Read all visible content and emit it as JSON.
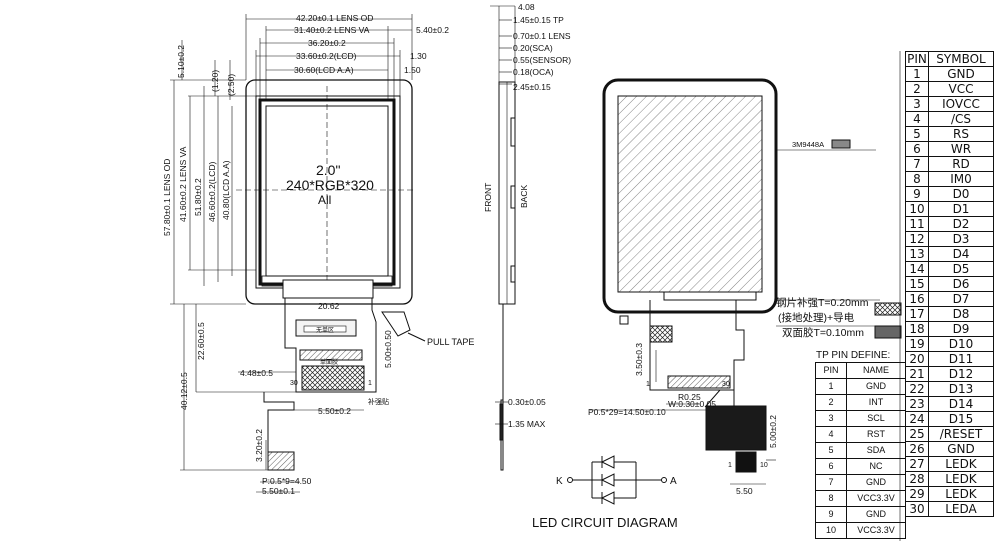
{
  "front_view": {
    "lens_od_w": "42.20±0.1 LENS OD",
    "lens_va_w": "31.40±0.2 LENS VA",
    "lens_va_offset": "5.40±0.2",
    "va_w": "36.20±0.2",
    "lcd_w": "33.60±0.2(LCD)",
    "lcd_offset": "1.30",
    "lcd_aa_w": "30.60(LCD A.A)",
    "aa_offset": "1.50",
    "top_offset": "5.10±0.2",
    "top_dim_120": "(1.20)",
    "top_dim_250": "(2.50)",
    "lens_od_h": "57.80±0.1 LENS OD",
    "lens_va_h": "41.60±0.2 LENS VA",
    "va_h": "51.80±0.2",
    "lcd_h": "46.60±0.2(LCD)",
    "aa_h": "40.80(LCD A.A)",
    "screen_size": "2.0\"",
    "resolution": "240*RGB*320",
    "viewing_dir": "All",
    "fpc_w": "20.62",
    "fpc_label": "无单区",
    "tape_label": "PULL TAPE",
    "dim_500": "5.00±0.50",
    "dim_448": "4.48±0.5",
    "dim_2260": "22.60±0.5",
    "dim_4012": "40.12±0.5",
    "dim_550": "5.50±0.2",
    "stiffener_label": "补强贴",
    "back_area_label": "单面胶",
    "pin_1": "1",
    "pin_30": "30",
    "dim_320": "3.20±0.2",
    "pitch": "P:0.5*9=4.50",
    "dim_550b": "5.50±0.1"
  },
  "side_view": {
    "t_408": "4.08",
    "t_tp": "1.45±0.15 TP",
    "t_lens": "0.70±0.1 LENS",
    "t_sca": "0.20(SCA)",
    "t_sensor": "0.55(SENSOR)",
    "t_oca": "0.18(OCA)",
    "t_245": "2.45±0.15",
    "front": "FRONT",
    "back": "BACK",
    "t_030": "0.30±0.05",
    "t_max": "1.35 MAX"
  },
  "back_view": {
    "part_no": "3M9448A",
    "note1_line1": "钢片补强T=0.20mm",
    "note1_line2": "(接地处理)+导电",
    "note2": "双面胶T=0.10mm",
    "dim_350": "3.50±0.3",
    "r025": "R0.25",
    "w030": "W:0.30±0.05",
    "pitch": "P0.5*29=14.50±0.10",
    "dim_500": "5.00±0.2",
    "dim_550": "5.50",
    "pin_1": "1",
    "pin_10": "10",
    "pin_30": "30"
  },
  "led": {
    "title": "LED CIRCUIT DIAGRAM",
    "k_label": "K",
    "a_label": "A"
  },
  "pin_table": {
    "header_pin": "PIN",
    "header_symbol": "SYMBOL",
    "rows": [
      {
        "pin": "1",
        "symbol": "GND"
      },
      {
        "pin": "2",
        "symbol": "VCC"
      },
      {
        "pin": "3",
        "symbol": "IOVCC"
      },
      {
        "pin": "4",
        "symbol": "/CS"
      },
      {
        "pin": "5",
        "symbol": "RS"
      },
      {
        "pin": "6",
        "symbol": "WR"
      },
      {
        "pin": "7",
        "symbol": "RD"
      },
      {
        "pin": "8",
        "symbol": "IM0"
      },
      {
        "pin": "9",
        "symbol": "D0"
      },
      {
        "pin": "10",
        "symbol": "D1"
      },
      {
        "pin": "11",
        "symbol": "D2"
      },
      {
        "pin": "12",
        "symbol": "D3"
      },
      {
        "pin": "13",
        "symbol": "D4"
      },
      {
        "pin": "14",
        "symbol": "D5"
      },
      {
        "pin": "15",
        "symbol": "D6"
      },
      {
        "pin": "16",
        "symbol": "D7"
      },
      {
        "pin": "17",
        "symbol": "D8"
      },
      {
        "pin": "18",
        "symbol": "D9"
      },
      {
        "pin": "19",
        "symbol": "D10"
      },
      {
        "pin": "20",
        "symbol": "D11"
      },
      {
        "pin": "21",
        "symbol": "D12"
      },
      {
        "pin": "22",
        "symbol": "D13"
      },
      {
        "pin": "23",
        "symbol": "D14"
      },
      {
        "pin": "24",
        "symbol": "D15"
      },
      {
        "pin": "25",
        "symbol": "/RESET"
      },
      {
        "pin": "26",
        "symbol": "GND"
      },
      {
        "pin": "27",
        "symbol": "LEDK"
      },
      {
        "pin": "28",
        "symbol": "LEDK"
      },
      {
        "pin": "29",
        "symbol": "LEDK"
      },
      {
        "pin": "30",
        "symbol": "LEDA"
      }
    ]
  },
  "tp_table": {
    "title": "TP PIN DEFINE:",
    "header_pin": "PIN",
    "header_name": "NAME",
    "rows": [
      {
        "pin": "1",
        "name": "GND"
      },
      {
        "pin": "2",
        "name": "INT"
      },
      {
        "pin": "3",
        "name": "SCL"
      },
      {
        "pin": "4",
        "name": "RST"
      },
      {
        "pin": "5",
        "name": "SDA"
      },
      {
        "pin": "6",
        "name": "NC"
      },
      {
        "pin": "7",
        "name": "GND"
      },
      {
        "pin": "8",
        "name": "VCC3.3V"
      },
      {
        "pin": "9",
        "name": "GND"
      },
      {
        "pin": "10",
        "name": "VCC3.3V"
      }
    ]
  }
}
